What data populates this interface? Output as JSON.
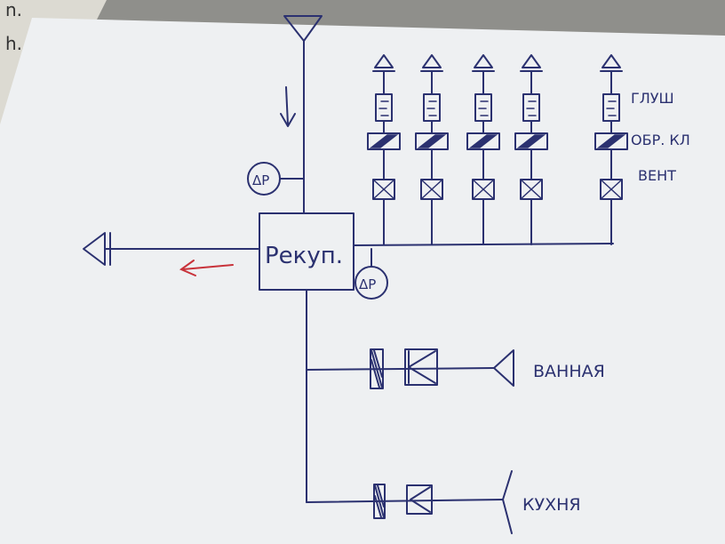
{
  "background_page_text": [
    "n.",
    "h."
  ],
  "labels": {
    "recuperator": "Рекуп.",
    "dp_top": "ΔР",
    "dp_bottom": "ΔР",
    "silencer": "ГЛУШ",
    "check_valve": "ОБР. КЛ",
    "fan": "ВЕНТ",
    "bathroom": "ВАННАЯ",
    "kitchen": "КУХНЯ"
  },
  "colors": {
    "ink": "#2b3170",
    "red_arrow": "#c8323a",
    "paper": "#f1f2f4"
  }
}
